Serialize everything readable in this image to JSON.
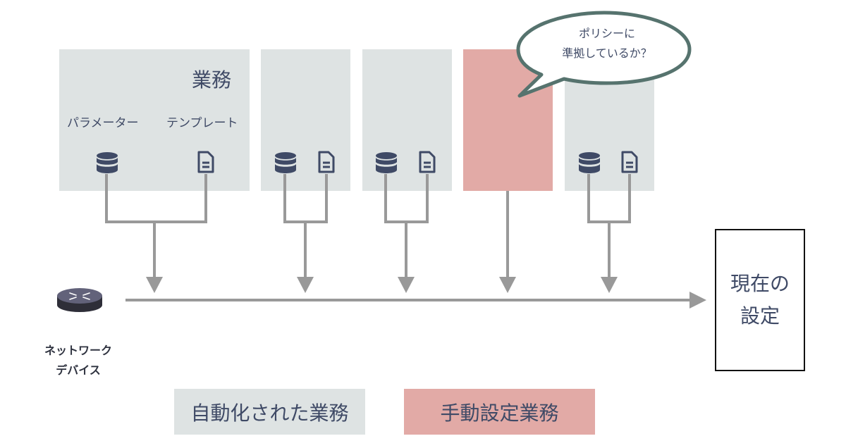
{
  "blocks": [
    {
      "kind": "automated",
      "title": "業務",
      "labels": {
        "parameter": "パラメーター",
        "template": "テンプレート"
      },
      "icons": [
        "database-icon",
        "document-icon"
      ]
    },
    {
      "kind": "automated",
      "icons": [
        "database-icon",
        "document-icon"
      ]
    },
    {
      "kind": "automated",
      "icons": [
        "database-icon",
        "document-icon"
      ]
    },
    {
      "kind": "manual",
      "icons": []
    },
    {
      "kind": "automated",
      "icons": [
        "database-icon",
        "document-icon"
      ]
    }
  ],
  "speech_bubble": {
    "line1": "ポリシーに",
    "line2": "準拠しているか？"
  },
  "device": {
    "line1": "ネットワーク",
    "line2": "デバイス",
    "icon": "router-icon"
  },
  "current_config": {
    "line1": "現在の",
    "line2": "設定"
  },
  "legend": {
    "automated": "自動化された業務",
    "manual": "手動設定業務"
  },
  "colors": {
    "automated_block": "#dee3e3",
    "manual_block": "#e2aaa6",
    "arrow": "#999999",
    "bubble_stroke": "#56736e",
    "text": "#3f4a66",
    "icon": "#3f4a66"
  }
}
